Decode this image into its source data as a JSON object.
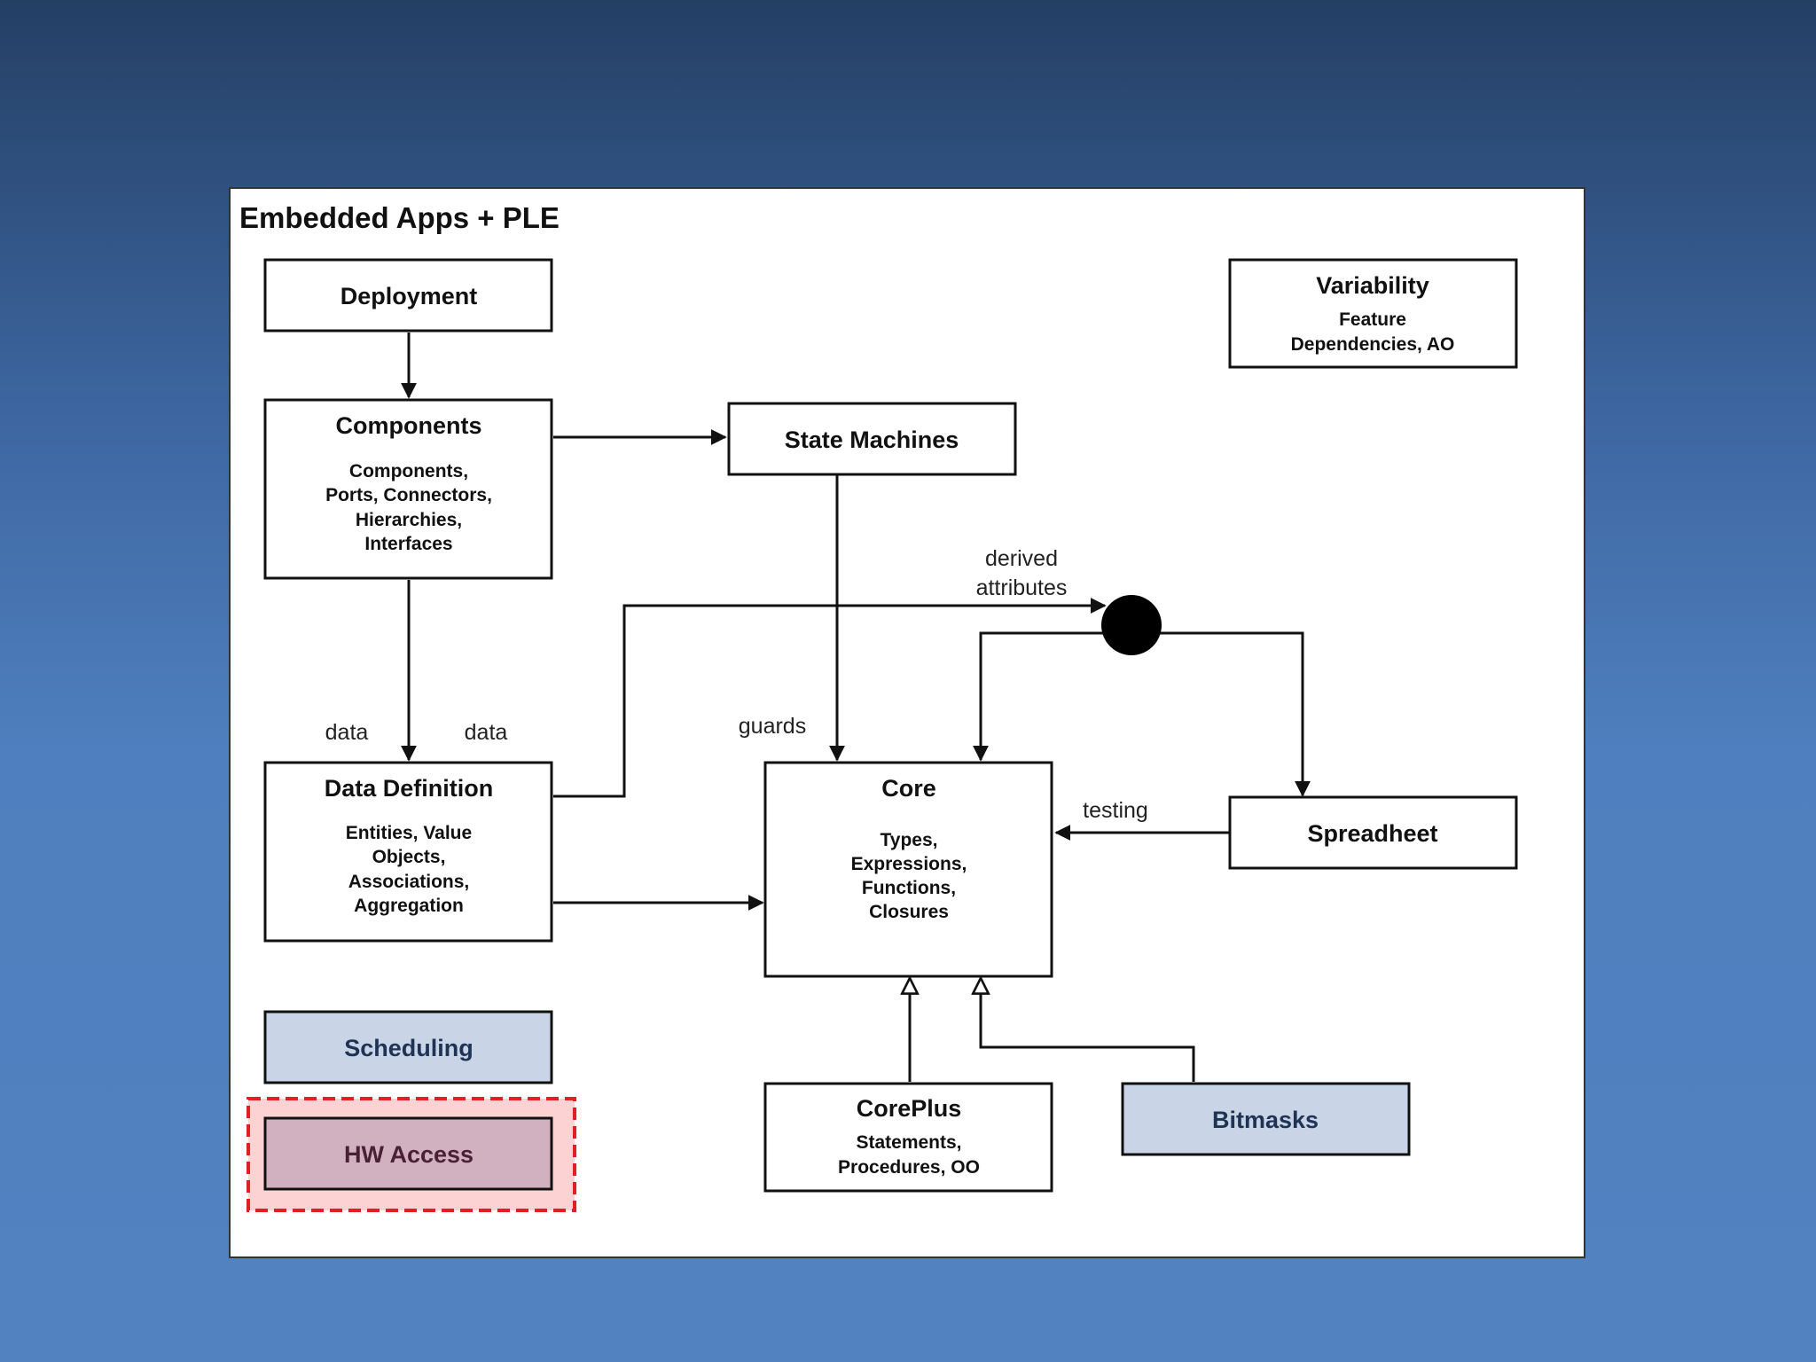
{
  "diagram": {
    "title": "Embedded Apps + PLE",
    "nodes": {
      "deployment": {
        "title": "Deployment"
      },
      "components": {
        "title": "Components",
        "lines": [
          "Components,",
          "Ports, Connectors,",
          "Hierarchies,",
          "Interfaces"
        ]
      },
      "state_machines": {
        "title": "State Machines"
      },
      "variability": {
        "title": "Variability",
        "lines": [
          "Feature",
          "Dependencies, AO"
        ]
      },
      "data_definition": {
        "title": "Data Definition",
        "lines": [
          "Entities, Value",
          "Objects,",
          "Associations,",
          "Aggregation"
        ]
      },
      "core": {
        "title": "Core",
        "lines": [
          "Types,",
          "Expressions,",
          "Functions,",
          "Closures"
        ]
      },
      "spreadsheet": {
        "title": "Spreadheet"
      },
      "scheduling": {
        "title": "Scheduling"
      },
      "hw_access": {
        "title": "HW Access"
      },
      "coreplus": {
        "title": "CorePlus",
        "lines": [
          "Statements,",
          "Procedures, OO"
        ]
      },
      "bitmasks": {
        "title": "Bitmasks"
      }
    },
    "edge_labels": {
      "data_left": "data",
      "data_right": "data",
      "guards": "guards",
      "derived_1": "derived",
      "derived_2": "attributes",
      "testing": "testing"
    },
    "colors": {
      "highlight_fill": "#c9d5e7",
      "highlight_text": "#1f3354",
      "hw_fill": "#d1b1bf",
      "hw_text": "#4a2035",
      "hw_frame_fill": "#fdd2d2",
      "hw_frame_border": "#e31e24"
    }
  }
}
